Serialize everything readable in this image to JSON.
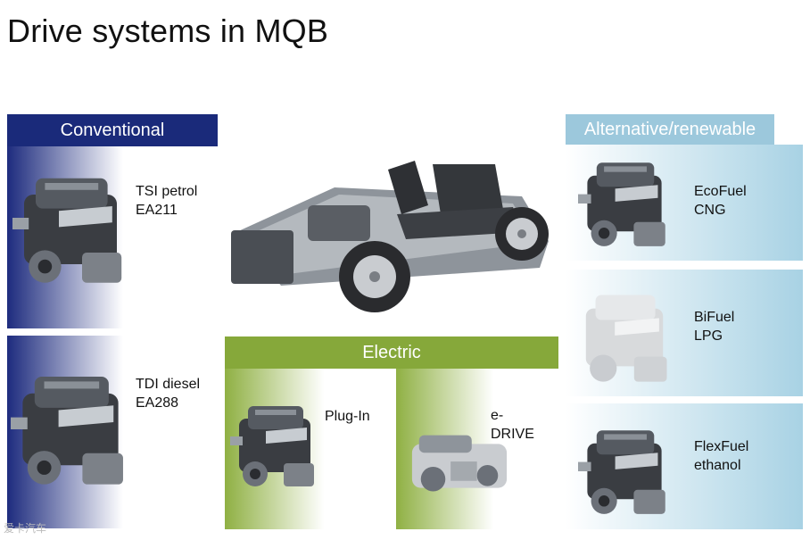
{
  "title": "Drive systems in MQB",
  "sections": {
    "conventional": "Conventional",
    "electric": "Electric",
    "alternative": "Alternative/renewable"
  },
  "engines": {
    "tsi": {
      "line1": "TSI petrol",
      "line2": "EA211"
    },
    "tdi": {
      "line1": "TDI diesel",
      "line2": "EA288"
    },
    "plugin": {
      "line1": "Plug-In"
    },
    "edrive": {
      "line1": "e-",
      "line2": "DRIVE"
    },
    "ecofuel": {
      "line1": "EcoFuel",
      "line2": "CNG"
    },
    "bifuel": {
      "line1": "BiFuel",
      "line2": "LPG"
    },
    "flexfuel": {
      "line1": "FlexFuel",
      "line2": "ethanol"
    }
  },
  "watermark": "爱卡汽车",
  "colors": {
    "conventional": "#1a2a7a",
    "electric": "#86a83a",
    "alternative": "#9cc8dc"
  }
}
